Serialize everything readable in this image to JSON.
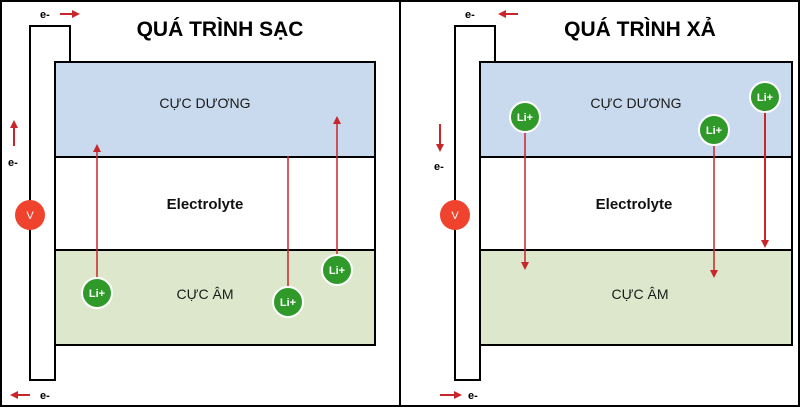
{
  "panels": {
    "charge": {
      "title": "QUÁ TRÌNH SẠC",
      "positive": "CỰC DƯƠNG",
      "electrolyte": "Electrolyte",
      "negative": "CỰC ÂM",
      "ion": "Li+",
      "voltmeter": "V",
      "electron": "e-",
      "electron_top": "e-",
      "electron_bottom": "e-"
    },
    "discharge": {
      "title": "QUÁ TRÌNH XẢ",
      "positive": "CỰC DƯƠNG",
      "electrolyte": "Electrolyte",
      "negative": "CỰC ÂM",
      "ion": "Li+",
      "voltmeter": "V",
      "electron": "e-",
      "electron_top": "e-",
      "electron_bottom": "e-"
    }
  },
  "colors": {
    "positive_fill": "#c9d9ee",
    "electrolyte_fill": "#ffffff",
    "negative_fill": "#dde7cc",
    "ion_fill": "#2f9a2a",
    "voltmeter_fill": "#f0432e",
    "arrow": "#c8262a"
  }
}
